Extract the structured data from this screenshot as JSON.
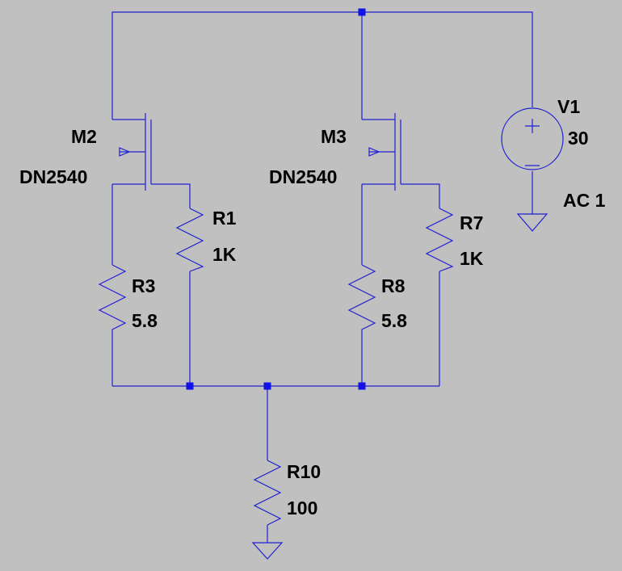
{
  "schematic": {
    "colors": {
      "background": "#c0c0c0",
      "wire": "#1f1fd0",
      "junction": "#1212e6",
      "text": "#000000"
    },
    "components": [
      {
        "ref": "M2",
        "value": "DN2540",
        "kind": "depletion-mosfet"
      },
      {
        "ref": "M3",
        "value": "DN2540",
        "kind": "depletion-mosfet"
      },
      {
        "ref": "R1",
        "value": "1K",
        "kind": "resistor"
      },
      {
        "ref": "R3",
        "value": "5.8",
        "kind": "resistor"
      },
      {
        "ref": "R7",
        "value": "1K",
        "kind": "resistor"
      },
      {
        "ref": "R8",
        "value": "5.8",
        "kind": "resistor"
      },
      {
        "ref": "R10",
        "value": "100",
        "kind": "resistor"
      },
      {
        "ref": "V1",
        "value": "30",
        "ac": "AC 1",
        "kind": "voltage-source"
      }
    ]
  }
}
